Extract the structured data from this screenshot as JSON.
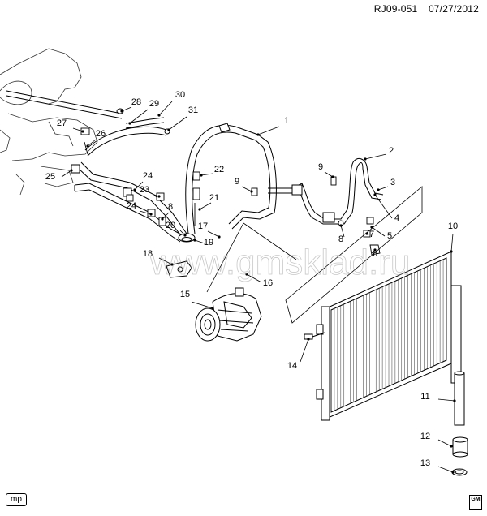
{
  "header": {
    "illustration_id": "RJ09-051",
    "date": "07/27/2012"
  },
  "footer": {
    "mp_badge": "mp",
    "brand_badge": "GM"
  },
  "watermark": "www.gmsklad.ru",
  "callouts": [
    {
      "id": "callout-1",
      "label": "1"
    },
    {
      "id": "callout-2",
      "label": "2"
    },
    {
      "id": "callout-3",
      "label": "3"
    },
    {
      "id": "callout-4",
      "label": "4"
    },
    {
      "id": "callout-5",
      "label": "5"
    },
    {
      "id": "callout-6",
      "label": "6"
    },
    {
      "id": "callout-7",
      "label": "7"
    },
    {
      "id": "callout-8a",
      "label": "8"
    },
    {
      "id": "callout-8b",
      "label": "8"
    },
    {
      "id": "callout-9a",
      "label": "9"
    },
    {
      "id": "callout-9b",
      "label": "9"
    },
    {
      "id": "callout-10",
      "label": "10"
    },
    {
      "id": "callout-11",
      "label": "11"
    },
    {
      "id": "callout-12",
      "label": "12"
    },
    {
      "id": "callout-13",
      "label": "13"
    },
    {
      "id": "callout-14",
      "label": "14"
    },
    {
      "id": "callout-15",
      "label": "15"
    },
    {
      "id": "callout-16",
      "label": "16"
    },
    {
      "id": "callout-17",
      "label": "17"
    },
    {
      "id": "callout-18",
      "label": "18"
    },
    {
      "id": "callout-19",
      "label": "19"
    },
    {
      "id": "callout-20",
      "label": "20"
    },
    {
      "id": "callout-21",
      "label": "21"
    },
    {
      "id": "callout-22",
      "label": "22"
    },
    {
      "id": "callout-23",
      "label": "23"
    },
    {
      "id": "callout-24a",
      "label": "24"
    },
    {
      "id": "callout-24b",
      "label": "24"
    },
    {
      "id": "callout-25",
      "label": "25"
    },
    {
      "id": "callout-26",
      "label": "26"
    },
    {
      "id": "callout-27",
      "label": "27"
    },
    {
      "id": "callout-28",
      "label": "28"
    },
    {
      "id": "callout-29",
      "label": "29"
    },
    {
      "id": "callout-30",
      "label": "30"
    },
    {
      "id": "callout-31",
      "label": "31"
    }
  ]
}
